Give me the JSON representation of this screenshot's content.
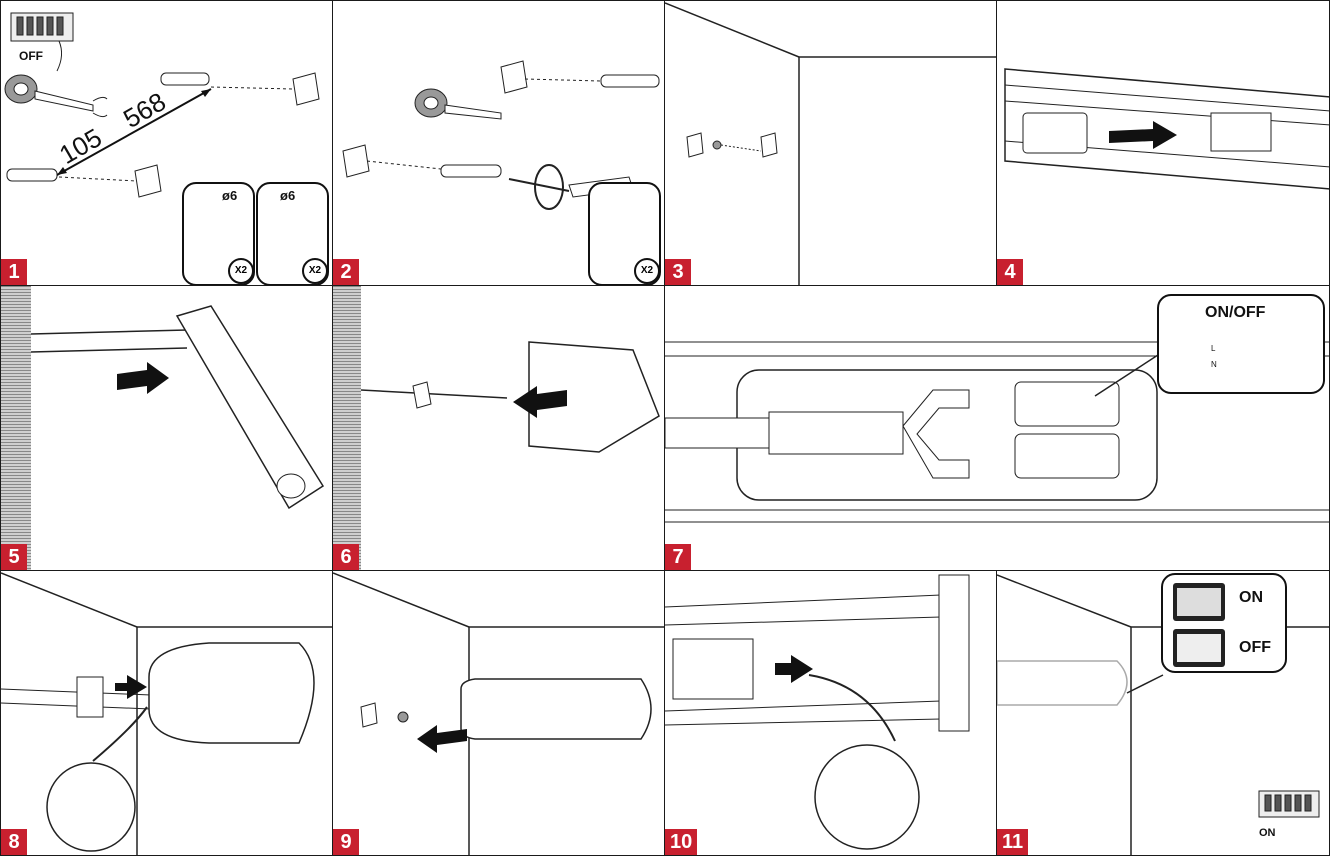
{
  "steps": [
    {
      "number": "1"
    },
    {
      "number": "2"
    },
    {
      "number": "3"
    },
    {
      "number": "4"
    },
    {
      "number": "5"
    },
    {
      "number": "6"
    },
    {
      "number": "7"
    },
    {
      "number": "8"
    },
    {
      "number": "9"
    },
    {
      "number": "10"
    },
    {
      "number": "11"
    }
  ],
  "step1": {
    "off_label": "OFF",
    "dim_a": "105",
    "dim_b": "568",
    "drill_diameter": "ø6",
    "plug_diameter": "ø6",
    "drill_qty": "X2",
    "hammer_qty": "X2"
  },
  "step2": {
    "screwdriver_qty": "X2"
  },
  "step7": {
    "switch_label": "ON/OFF",
    "line_l": "L",
    "line_n": "N"
  },
  "step11": {
    "on_label": "ON",
    "off_label": "OFF",
    "breaker_on_label": "ON"
  }
}
